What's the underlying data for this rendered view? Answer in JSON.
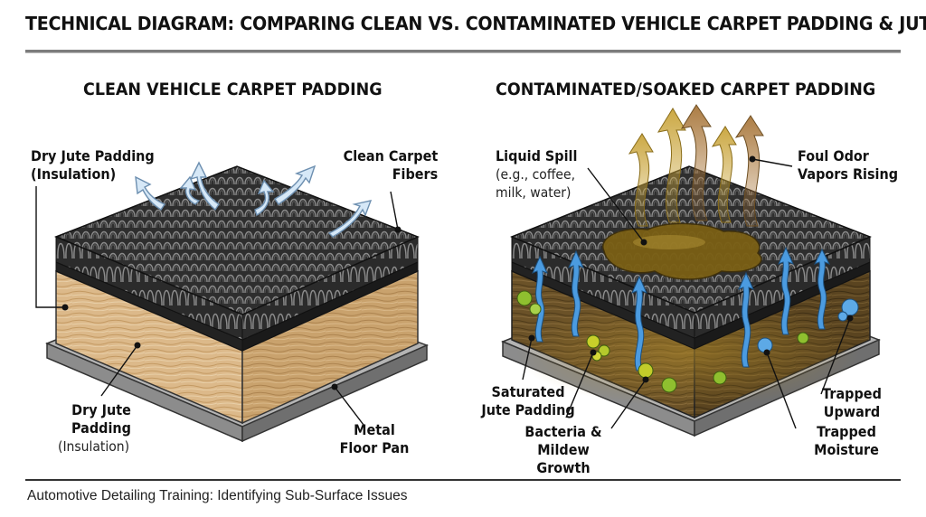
{
  "title": "TECHNICAL DIAGRAM: COMPARING CLEAN VS. CONTAMINATED VEHICLE CARPET PADDING & JUTE",
  "left_panel": {
    "heading": "CLEAN VEHICLE CARPET PADDING",
    "labels": {
      "dry_jute_top_main": "Dry Jute Padding\n(Insulation)",
      "clean_fibers": "Clean Carpet\nFibers",
      "dry_jute_bottom_main": "Dry Jute\nPadding",
      "dry_jute_bottom_sub": "(Insulation)",
      "metal_floor_pan": "Metal\nFloor Pan"
    }
  },
  "right_panel": {
    "heading": "CONTAMINATED/SOAKED CARPET PADDING",
    "labels": {
      "liquid_spill_main": "Liquid Spill",
      "liquid_spill_sub": "(e.g., coffee,\nmilk, water)",
      "foul_odor": "Foul Odor\nVapors Rising",
      "saturated_jute": "Saturated\nJute Padding",
      "bacteria": "Bacteria &\nMildew Growth",
      "trapped_upward": "Trapped\nUpward",
      "trapped_moisture": "Trapped\nMoisture"
    }
  },
  "footer": "Automotive Detailing Training: Identifying Sub-Surface Issues",
  "colors": {
    "carpet": "#3a3a3a",
    "jute_clean": "#dcb98a",
    "jute_soaked": "#6b5228",
    "metal_pan": "#9a9a9a",
    "spill": "#7a5f14",
    "moisture_arrow": "#3d8fd1",
    "clean_air_arrow": "#cfe3f5",
    "odor_vapor": "#c9a43a",
    "bacteria": "#8fbf2f"
  },
  "icons": [
    "clean-air-arrow-icon",
    "odor-vapor-arrow-icon",
    "moisture-arrow-icon",
    "bacteria-icon",
    "trapped-droplet-icon"
  ]
}
